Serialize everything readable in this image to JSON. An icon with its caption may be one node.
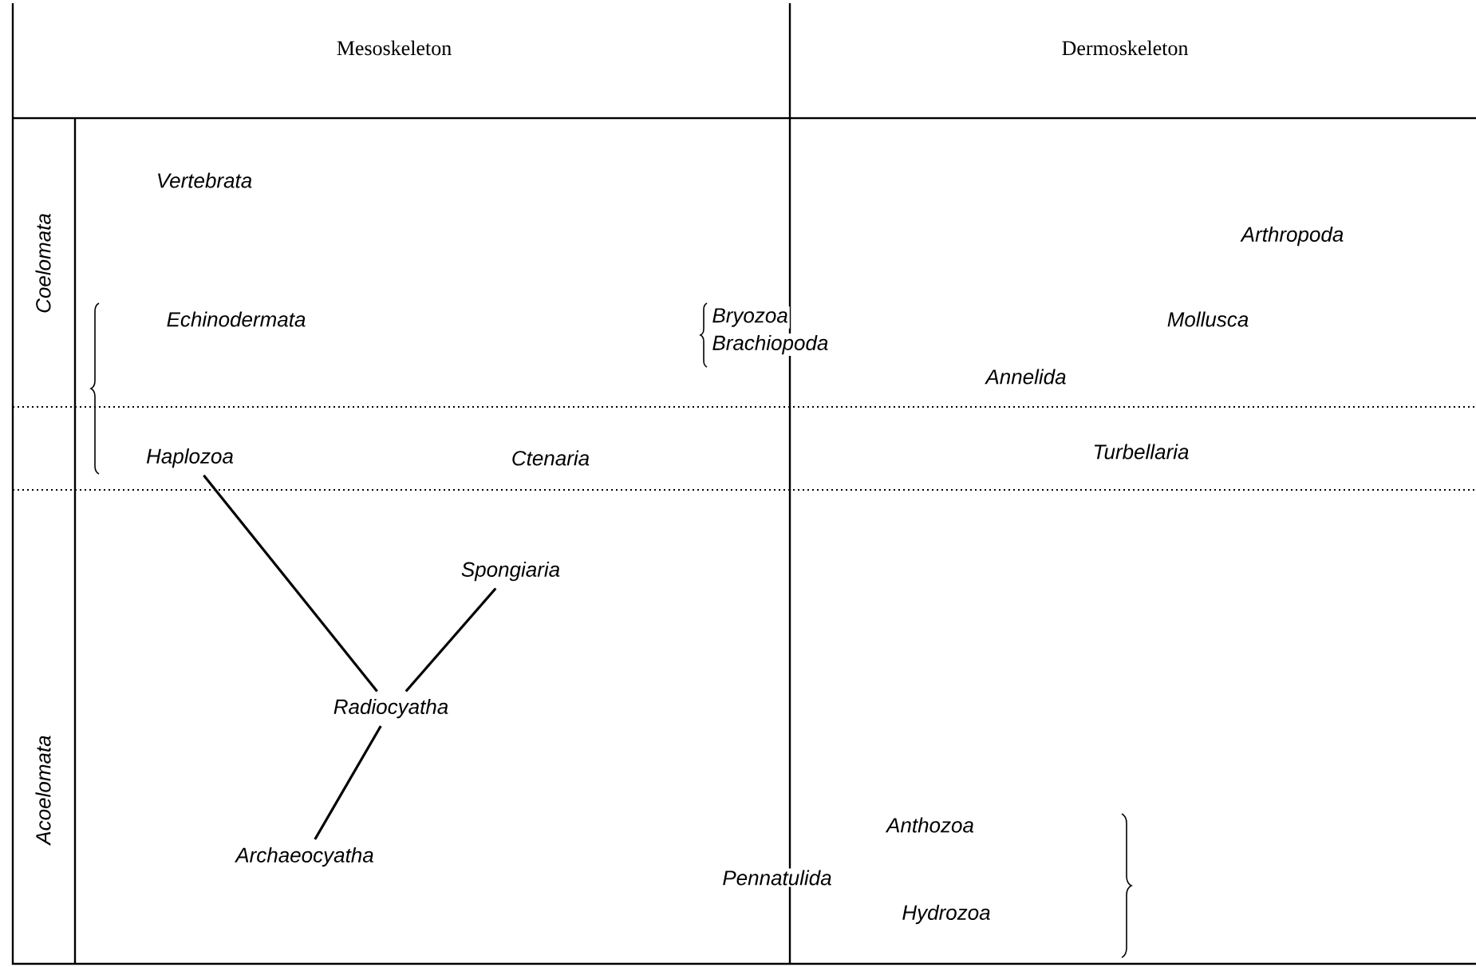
{
  "diagram": {
    "nodes": [
      {
        "text": [
          "Haplozoa"
        ]
      },
      {
        "text": [
          "Spongiaria"
        ]
      },
      {
        "text": [
          "Radiocyatha"
        ]
      },
      {
        "text": [
          "Archaeocyatha"
        ]
      }
    ],
    "edges": [
      {
        "from": 0,
        "to": 2,
        "arrow": "none"
      },
      {
        "from": 1,
        "to": 2,
        "arrow": "none"
      },
      {
        "from": 2,
        "to": 3,
        "arrow": "none"
      }
    ],
    "labels": [
      "Mesoskeleton",
      "Dermoskeleton",
      "Coelomata",
      "Vertebrata",
      "Arthropoda",
      "Echinodermata",
      "Bryozoa",
      "Brachiopoda",
      "Mollusca",
      "Annelida",
      "Ctenaria",
      "Turbellaria",
      "Acoelomata",
      "Anthozoa",
      "Pennatulida",
      "Hydrozoa"
    ]
  }
}
